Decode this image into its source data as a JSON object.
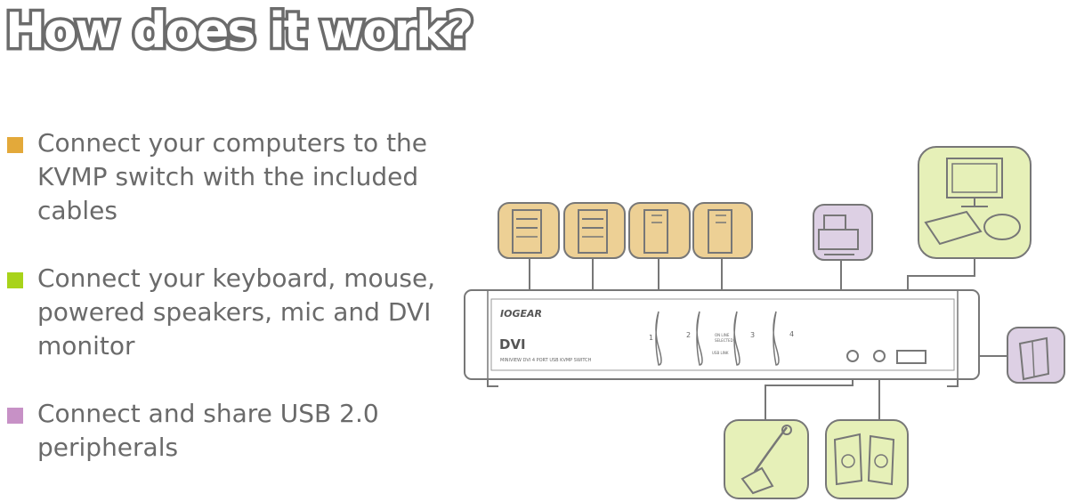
{
  "heading": "How does it work?",
  "steps": [
    {
      "text": "Connect your computers to the\nKVMP switch with the included\ncables",
      "color": "#e3a93a"
    },
    {
      "text": "Connect your keyboard, mouse,\npowered speakers, mic and DVI\nmonitor",
      "color": "#a8d31a"
    },
    {
      "text": "Connect and share USB 2.0\nperipherals",
      "color": "#c791c6"
    }
  ],
  "device": {
    "brand": "IOGEAR",
    "model": "DVI",
    "subtitle": "MINIVIEW DVI 4 PORT USB KVMP SWITCH",
    "port_labels": [
      "1",
      "2",
      "3",
      "4"
    ],
    "status_label_top": "ON LINE\nSELECTED",
    "status_label_bottom": "USB LINK"
  },
  "colors": {
    "computer_box": "#edd095",
    "peripheral_green": "#e6f0b8",
    "usb_purple": "#ddd0e4",
    "line": "#777777"
  }
}
